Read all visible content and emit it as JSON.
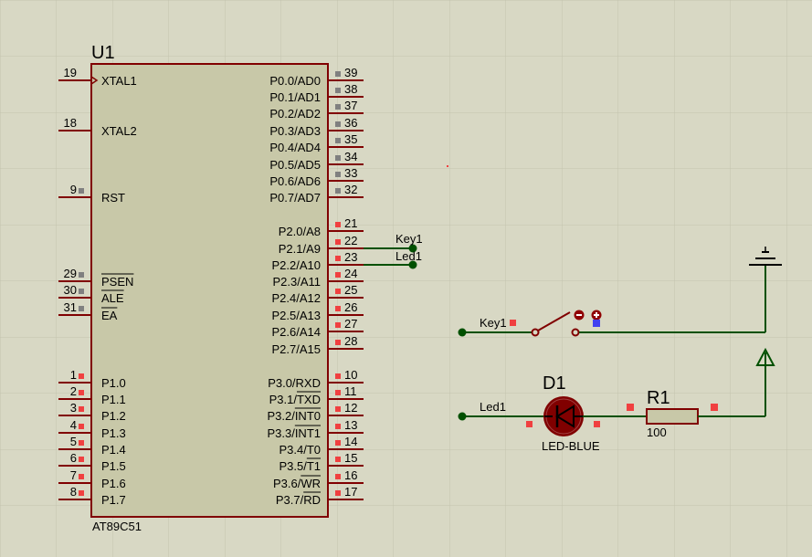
{
  "chip": {
    "ref": "U1",
    "part": "AT89C51",
    "left_pins": [
      {
        "num": "19",
        "name": "XTAL1",
        "over": false,
        "clock": true
      },
      {
        "num": "18",
        "name": "XTAL2",
        "over": false
      },
      {
        "num": "9",
        "name": "RST",
        "over": false
      },
      {
        "num": "29",
        "name": "PSEN",
        "over": true
      },
      {
        "num": "30",
        "name": "ALE",
        "over": true
      },
      {
        "num": "31",
        "name": "EA",
        "over": true
      },
      {
        "num": "1",
        "name": "P1.0"
      },
      {
        "num": "2",
        "name": "P1.1"
      },
      {
        "num": "3",
        "name": "P1.2"
      },
      {
        "num": "4",
        "name": "P1.3"
      },
      {
        "num": "5",
        "name": "P1.4"
      },
      {
        "num": "6",
        "name": "P1.5"
      },
      {
        "num": "7",
        "name": "P1.6"
      },
      {
        "num": "8",
        "name": "P1.7"
      }
    ],
    "right_pins": [
      {
        "num": "39",
        "name": "P0.0/AD0"
      },
      {
        "num": "38",
        "name": "P0.1/AD1"
      },
      {
        "num": "37",
        "name": "P0.2/AD2"
      },
      {
        "num": "36",
        "name": "P0.3/AD3"
      },
      {
        "num": "35",
        "name": "P0.4/AD4"
      },
      {
        "num": "34",
        "name": "P0.5/AD5"
      },
      {
        "num": "33",
        "name": "P0.6/AD6"
      },
      {
        "num": "32",
        "name": "P0.7/AD7"
      },
      {
        "num": "21",
        "name": "P2.0/A8"
      },
      {
        "num": "22",
        "name": "P2.1/A9"
      },
      {
        "num": "23",
        "name": "P2.2/A10"
      },
      {
        "num": "24",
        "name": "P2.3/A11"
      },
      {
        "num": "25",
        "name": "P2.4/A12"
      },
      {
        "num": "26",
        "name": "P2.5/A13"
      },
      {
        "num": "27",
        "name": "P2.6/A14"
      },
      {
        "num": "28",
        "name": "P2.7/A15"
      },
      {
        "num": "10",
        "name": "P3.0/RXD"
      },
      {
        "num": "11",
        "name": "P3.1/TXD",
        "ov_from": 5
      },
      {
        "num": "12",
        "name": "P3.2/INT0",
        "ov_from": 5
      },
      {
        "num": "13",
        "name": "P3.3/INT1",
        "ov_from": 5
      },
      {
        "num": "14",
        "name": "P3.4/T0"
      },
      {
        "num": "15",
        "name": "P3.5/T1",
        "ov_from": 5
      },
      {
        "num": "16",
        "name": "P3.6/WR",
        "ov_from": 5
      },
      {
        "num": "17",
        "name": "P3.7/RD",
        "ov_from": 5
      }
    ]
  },
  "labels": {
    "key1_chip": "Key1",
    "led1_chip": "Led1",
    "key1_net": "Key1",
    "led1_net": "Led1"
  },
  "led": {
    "ref": "D1",
    "value": "LED-BLUE"
  },
  "resistor": {
    "ref": "R1",
    "value": "100"
  },
  "colors": {
    "background": "#d8d8c4",
    "grid": "#c6c6b2",
    "body": "#c8c8a8",
    "outline": "#800000",
    "wire": "#005000",
    "pin_red": "#f04040",
    "pin_gray": "#808080",
    "probe_blue": "#4040f0"
  }
}
